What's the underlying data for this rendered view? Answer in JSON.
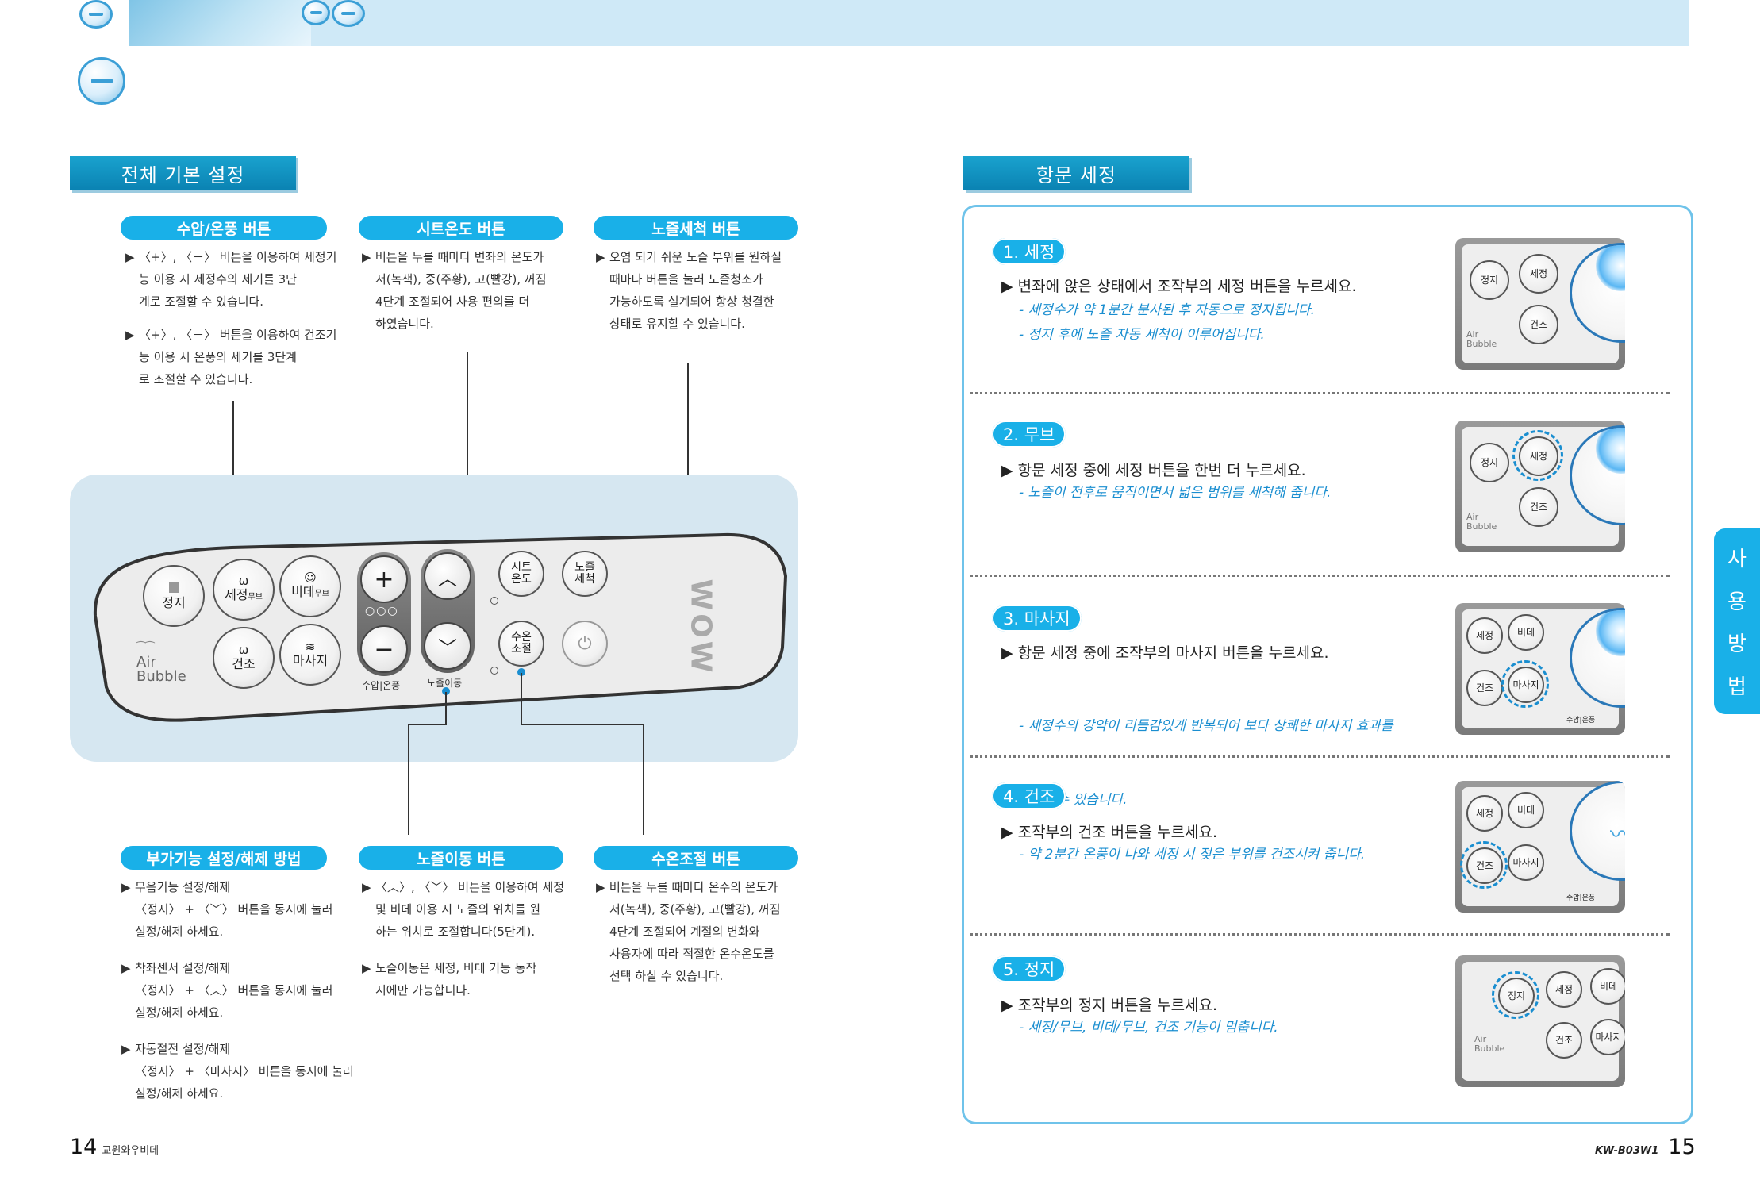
{
  "left": {
    "section_title": "전체 기본 설정",
    "callouts_top": [
      {
        "title": "수압/온풍 버튼",
        "paragraphs": [
          [
            "〈+〉, 〈－〉 버튼을 이용하여 세정기",
            "능 이용 시 세정수의 세기를 3단",
            "계로 조절할 수 있습니다."
          ],
          [
            "〈+〉, 〈－〉 버튼을 이용하여 건조기",
            "능 이용 시 온풍의 세기를 3단계",
            "로 조절할 수 있습니다."
          ]
        ]
      },
      {
        "title": "시트온도 버튼",
        "paragraphs": [
          [
            "버튼을 누를 때마다 변좌의 온도가",
            "저(녹색), 중(주황), 고(빨강), 꺼짐",
            "4단계 조절되어 사용 편의를 더",
            "하였습니다."
          ]
        ]
      },
      {
        "title": "노즐세척 버튼",
        "paragraphs": [
          [
            "오염 되기 쉬운 노즐 부위를 원하실",
            "때마다 버튼을 눌러 노즐청소가",
            "가능하도록 설계되어 항상 청결한",
            "상태로 유지할 수 있습니다."
          ]
        ]
      }
    ],
    "panel": {
      "stop": "정지",
      "wash": "세정",
      "wash_sub": "무브",
      "bidet": "비데",
      "bidet_sub": "무브",
      "dry": "건조",
      "massage": "마사지",
      "brand_line1": "Air",
      "brand_line2": "Bubble",
      "plus": "+",
      "minus": "−",
      "up": "︿",
      "down": "﹀",
      "pressure_label": "수압|온풍",
      "nozzle_move_label": "노즐이동",
      "seat_temp": [
        "시트",
        "온도"
      ],
      "nozzle_clean": [
        "노즐",
        "세척"
      ],
      "water_temp": [
        "수온",
        "조절"
      ],
      "power_icon": "power-icon",
      "logo": "WOW"
    },
    "callouts_bottom": [
      {
        "title": "부가기능 설정/해제 방법",
        "paragraphs": [
          [
            "무음기능 설정/해제",
            "〈정지〉 + 〈﹀〉 버튼을 동시에 눌러",
            "설정/해제 하세요."
          ],
          [
            "착좌센서 설정/해제",
            "〈정지〉 + 〈︿〉 버튼을 동시에 눌러",
            "설정/해제 하세요."
          ],
          [
            "자동절전 설정/해제",
            "〈정지〉 + 〈마사지〉 버튼을 동시에 눌러",
            "설정/해제 하세요."
          ]
        ]
      },
      {
        "title": "노즐이동 버튼",
        "paragraphs": [
          [
            "〈︿〉, 〈﹀〉 버튼을 이용하여 세정",
            "및 비데 이용 시 노즐의 위치를 원",
            "하는 위치로 조절합니다(5단계)."
          ],
          [
            "노즐이동은 세정, 비데 기능 동작",
            "시에만 가능합니다."
          ]
        ]
      },
      {
        "title": "수온조절 버튼",
        "paragraphs": [
          [
            "버튼을 누를 때마다 온수의 온도가",
            "저(녹색), 중(주황), 고(빨강), 꺼짐",
            "4단계 조절되어 계절의 변화와",
            "사용자에 따라 적절한 온수온도를",
            "선택 하실 수 있습니다."
          ]
        ]
      }
    ],
    "page_number": "14",
    "footer_brand": "교원와우비데"
  },
  "right": {
    "section_title": "항문 세정",
    "steps": [
      {
        "title": "1. 세정",
        "main": "변좌에 앉은 상태에서 조작부의 세정 버튼을 누르세요.",
        "subs": [
          "- 세정수가 약 1분간 분사된 후 자동으로 정지됩니다.",
          "- 정지 후에 노즐 자동 세척이 이루어집니다."
        ]
      },
      {
        "title": "2. 무브",
        "main": "항문 세정 중에 세정 버튼을 한번 더 누르세요.",
        "subs": [
          "- 노즐이 전후로 움직이면서 넓은 범위를 세척해 줍니다."
        ]
      },
      {
        "title": "3. 마사지",
        "main": "항문 세정 중에 조작부의 마사지 버튼을 누르세요.",
        "subs": [
          "- 세정수의 강약이 리듬감있게 반복되어 보다 상쾌한 마사지 효과를",
          "  누릴 수 있습니다."
        ]
      },
      {
        "title": "4. 건조",
        "main": "조작부의 건조 버튼을 누르세요.",
        "subs": [
          "- 약 2분간 온풍이 나와 세정 시 젖은 부위를 건조시켜 줍니다."
        ]
      },
      {
        "title": "5. 정지",
        "main": "조작부의 정지 버튼을 누르세요.",
        "subs": [
          "- 세정/무브, 비데/무브, 건조 기능이 멈춥니다."
        ]
      }
    ],
    "thumb_labels": {
      "stop": "정지",
      "wash": "세정",
      "bidet": "비데",
      "dry": "건조",
      "massage": "마사지",
      "pressure": "수압|온풍",
      "air": "Air",
      "bubble": "Bubble"
    },
    "side_tab": [
      "사",
      "용",
      "방",
      "법"
    ],
    "model": "KW-B03W1",
    "page_number": "15"
  },
  "colors": {
    "accent": "#19b0e8",
    "header": "#0a82b2",
    "panel_bg": "#d6e7f1",
    "sub_text": "#1a8ed0"
  }
}
